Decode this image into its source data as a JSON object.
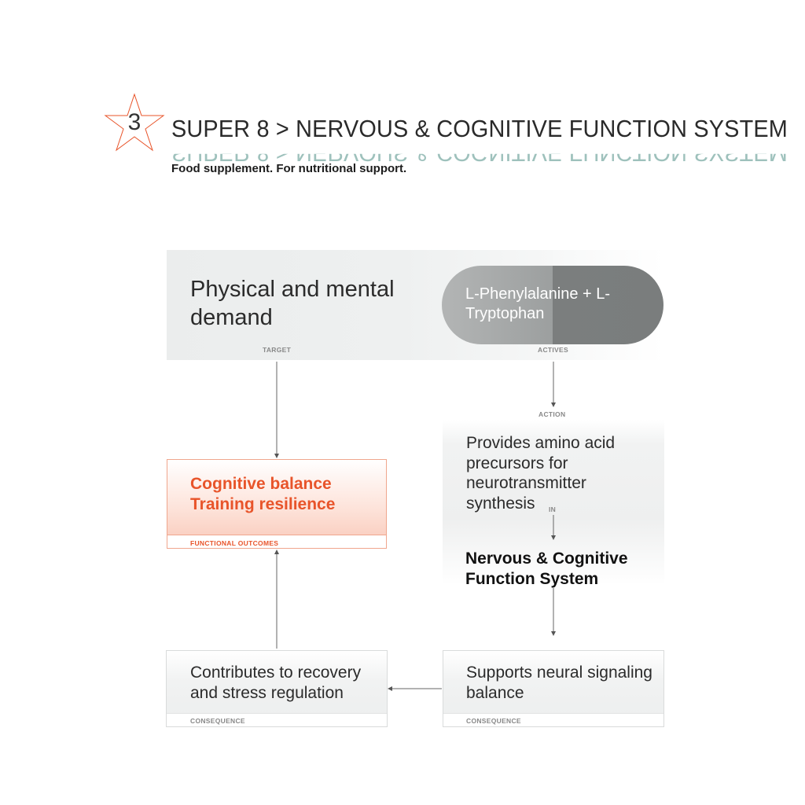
{
  "header": {
    "badge_number": "3",
    "title": "SUPER 8 > NERVOUS & COGNITIVE FUNCTION SYSTEM",
    "subtitle": "Food supplement. For nutritional support."
  },
  "target": {
    "text": "Physical and mental demand",
    "label": "TARGET"
  },
  "actives": {
    "text": "L-Phenylalanine + L-Tryptophan",
    "label": "ACTIVES"
  },
  "action": {
    "label": "ACTION",
    "text": "Provides amino acid precursors for neurotransmitter synthesis",
    "in_label": "IN",
    "system": "Nervous & Cognitive Function System"
  },
  "outcomes": {
    "text_line1": "Cognitive balance",
    "text_line2": "Training resilience",
    "label": "FUNCTIONAL OUTCOMES"
  },
  "consequence_left": {
    "text": "Contributes to recovery and stress regulation",
    "label": "CONSEQUENCE"
  },
  "consequence_right": {
    "text": "Supports neural signaling balance",
    "label": "CONSEQUENCE"
  },
  "colors": {
    "accent": "#e8542a",
    "star_outline": "#e8542a",
    "pill": "#7b7e7e",
    "reflection": "#4f8f86"
  }
}
